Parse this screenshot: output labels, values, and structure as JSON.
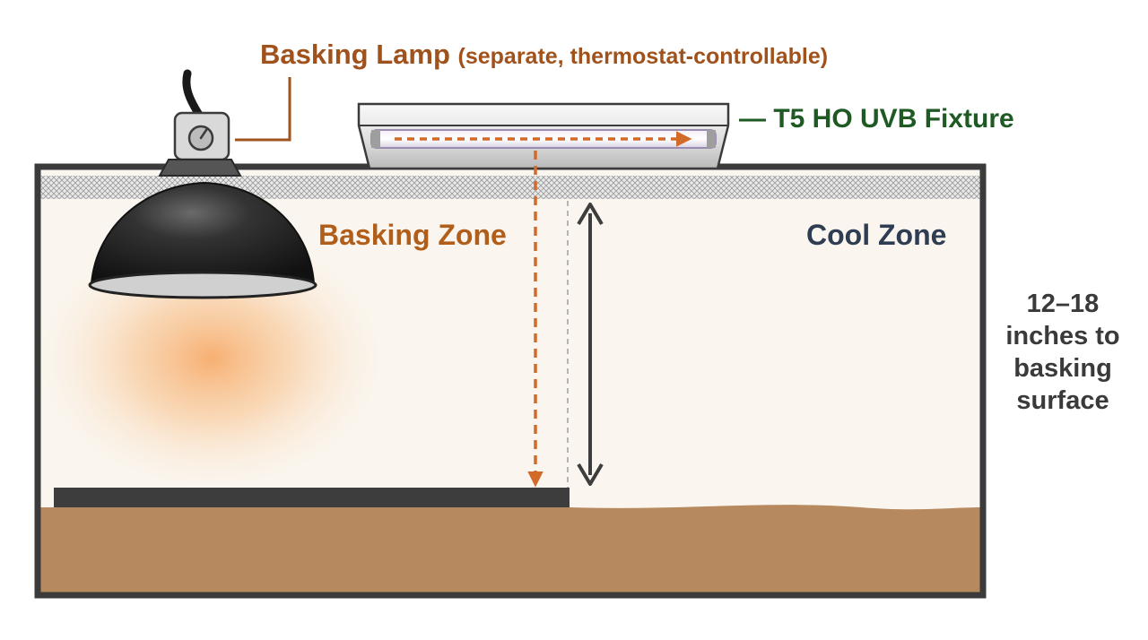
{
  "labels": {
    "basking_lamp": "Basking Lamp",
    "basking_lamp_note": "(separate, thermostat-controllable)",
    "uvb_fixture": "— T5 HO UVB Fixture",
    "basking_zone": "Basking Zone",
    "cool_zone": "Cool Zone",
    "distance_lines": [
      "12–18",
      "inches to",
      "basking",
      "surface"
    ]
  },
  "colors": {
    "lamp_label": "#a0521c",
    "uvb_label": "#1f5a25",
    "basking_zone": "#b25e1b",
    "cool_zone": "#2f3d52",
    "uvb_ray": "#d26a2a",
    "substrate": "#b68a5e",
    "enclosure_frame": "#3b3b3b"
  },
  "icons": [
    "dome-lamp-icon",
    "dimmer-knob-icon",
    "uvb-tube-icon",
    "double-arrow-icon"
  ]
}
